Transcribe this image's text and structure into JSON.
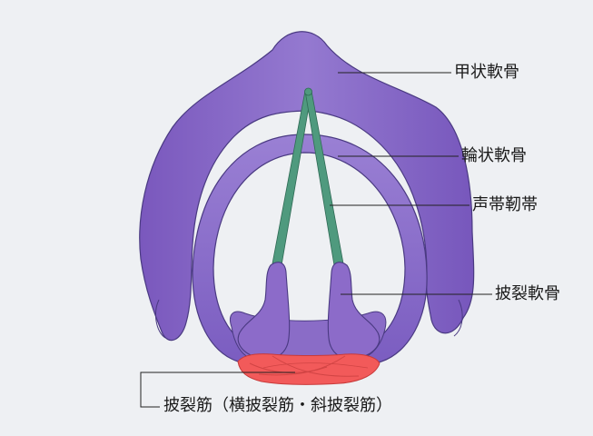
{
  "labels": {
    "thyroid": "甲状軟骨",
    "cricoid": "輪状軟骨",
    "vocal_ligament": "声帯靭帯",
    "arytenoid": "披裂軟骨",
    "arytenoid_muscle": "披裂筋（横披裂筋・斜披裂筋）"
  },
  "colors": {
    "background": "#eef0f3",
    "cartilage": "#8c6bc9",
    "cartilage_shade": "#6d4fae",
    "outline": "#4a3a82",
    "ligament": "#4f9a7e",
    "muscle": "#f25a5a",
    "leader_line": "#222222"
  }
}
